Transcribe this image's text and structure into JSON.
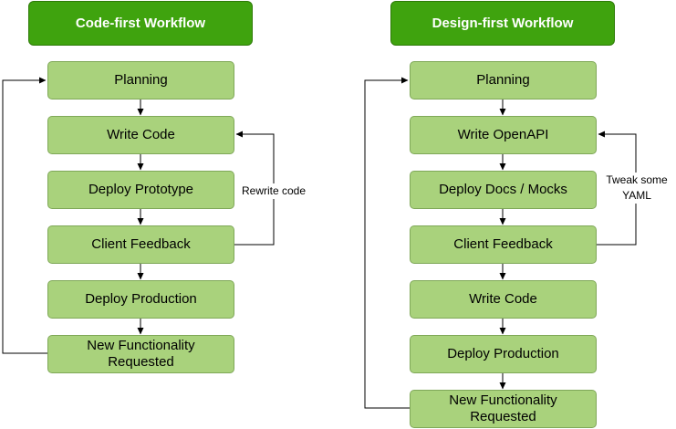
{
  "colors": {
    "title_fill": "#3fa30e",
    "step_fill": "#a9d27c",
    "line": "#000000"
  },
  "code_first": {
    "title": "Code-first Workflow",
    "steps": [
      "Planning",
      "Write Code",
      "Deploy Prototype",
      "Client Feedback",
      "Deploy Production",
      "New Functionality Requested"
    ],
    "loop_label": "Rewrite code"
  },
  "design_first": {
    "title": "Design-first Workflow",
    "steps": [
      "Planning",
      "Write OpenAPI",
      "Deploy Docs / Mocks",
      "Client Feedback",
      "Write Code",
      "Deploy Production",
      "New Functionality Requested"
    ],
    "loop_label": "Tweak some YAML"
  }
}
